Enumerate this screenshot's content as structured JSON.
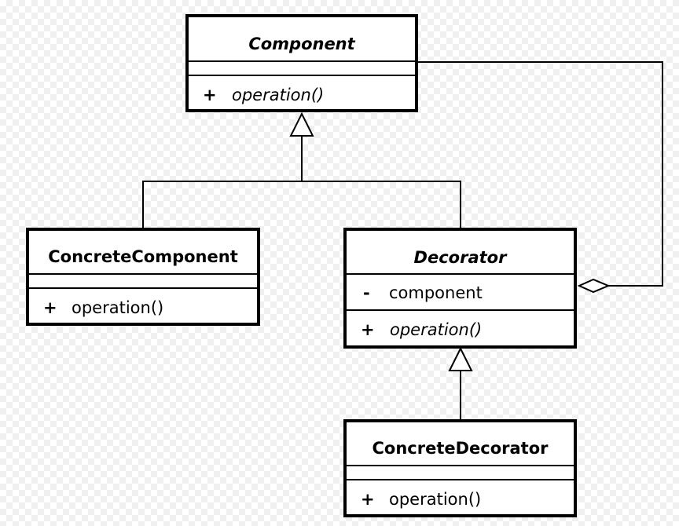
{
  "classes": {
    "component": {
      "name": "Component",
      "methods": [
        {
          "visibility": "+",
          "signature": "operation()"
        }
      ]
    },
    "concrete_component": {
      "name": "ConcreteComponent",
      "methods": [
        {
          "visibility": "+",
          "signature": "operation()"
        }
      ]
    },
    "decorator": {
      "name": "Decorator",
      "attributes": [
        {
          "visibility": "-",
          "name": "component"
        }
      ],
      "methods": [
        {
          "visibility": "+",
          "signature": "operation()"
        }
      ]
    },
    "concrete_decorator": {
      "name": "ConcreteDecorator",
      "methods": [
        {
          "visibility": "+",
          "signature": "operation()"
        }
      ]
    }
  },
  "relationships": [
    {
      "type": "generalization",
      "from": "ConcreteComponent",
      "to": "Component"
    },
    {
      "type": "generalization",
      "from": "Decorator",
      "to": "Component"
    },
    {
      "type": "generalization",
      "from": "ConcreteDecorator",
      "to": "Decorator"
    },
    {
      "type": "aggregation",
      "whole": "Decorator",
      "part": "Component"
    }
  ],
  "colors": {
    "stroke": "#000000",
    "box_fill": "#ffffff"
  }
}
